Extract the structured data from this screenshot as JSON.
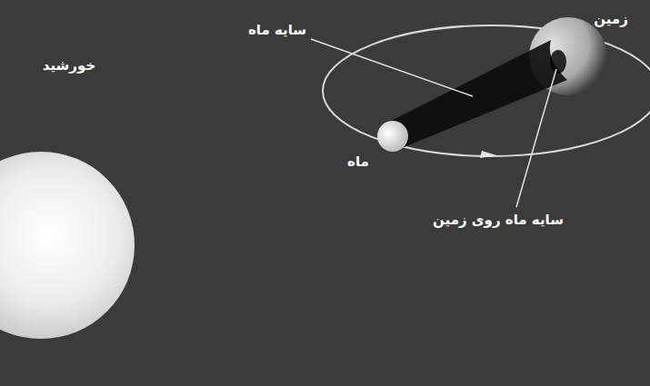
{
  "diagram": {
    "labels": [
      "سایه ماه",
      "زمین",
      "خورشید",
      "ماه",
      "سایه ماه روی زمین"
    ]
  }
}
